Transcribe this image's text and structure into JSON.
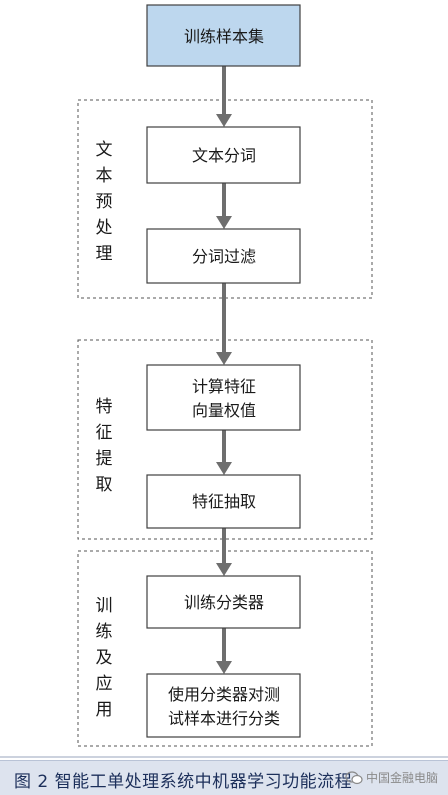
{
  "nodes": {
    "start": "训练样本集",
    "segment": "文本分词",
    "filter": "分词过滤",
    "weight_line1": "计算特征",
    "weight_line2": "向量权值",
    "extract": "特征抽取",
    "train": "训练分类器",
    "classify_line1": "使用分类器对测",
    "classify_line2": "试样本进行分类"
  },
  "groups": {
    "preprocess": [
      "文",
      "本",
      "预",
      "处",
      "理"
    ],
    "feature": [
      "特",
      "征",
      "提",
      "取"
    ],
    "apply": [
      "训",
      "练",
      "及",
      "应",
      "用"
    ]
  },
  "caption": "图 2  智能工单处理系统中机器学习功能流程",
  "watermark": "中国金融电脑",
  "colors": {
    "start_fill": "#bdd7ee",
    "box_border": "#404040",
    "arrow": "#6e6e6e",
    "dashed": "#555555"
  }
}
